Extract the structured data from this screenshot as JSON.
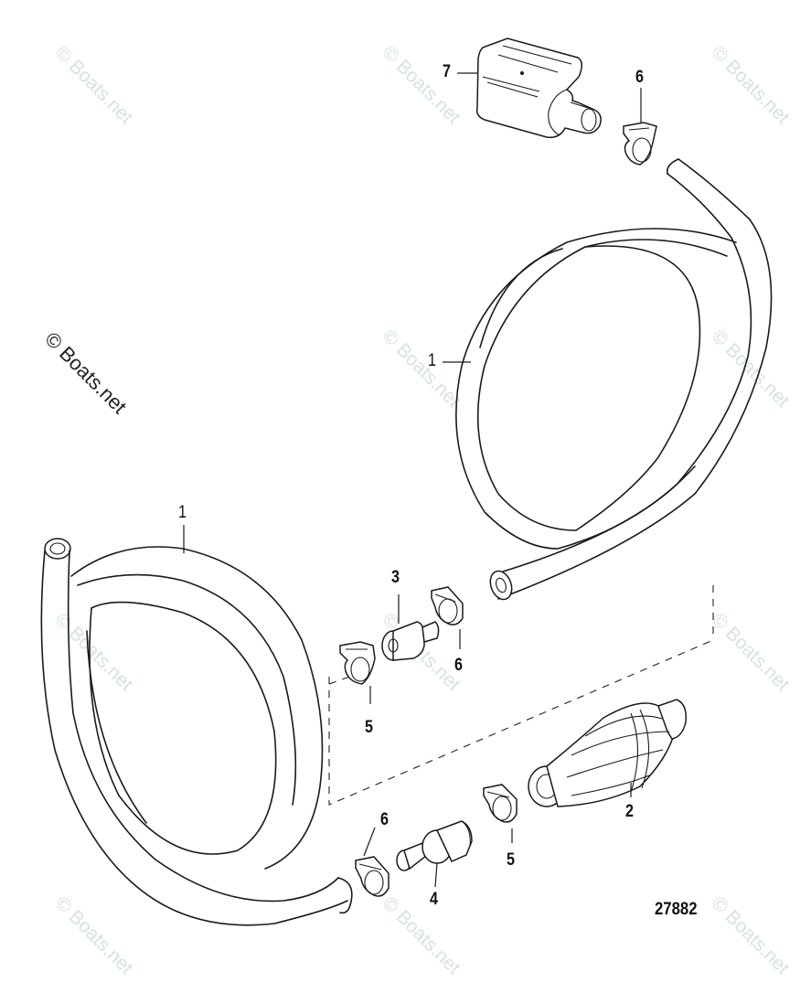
{
  "diagram": {
    "figure_number": "27882",
    "copyright_notice": "© Boats.net",
    "watermark_text": "© Boats.net",
    "callouts": [
      {
        "id": "c1a",
        "label": "1",
        "part": "fuel-hose-upper"
      },
      {
        "id": "c1b",
        "label": "1",
        "part": "fuel-hose-lower"
      },
      {
        "id": "c2",
        "label": "2",
        "part": "primer-bulb"
      },
      {
        "id": "c3",
        "label": "3",
        "part": "fuel-connector-fitting"
      },
      {
        "id": "c4",
        "label": "4",
        "part": "hose-fitting"
      },
      {
        "id": "c5a",
        "label": "5",
        "part": "hose-clamp"
      },
      {
        "id": "c5b",
        "label": "5",
        "part": "hose-clamp"
      },
      {
        "id": "c6a",
        "label": "6",
        "part": "hose-clamp"
      },
      {
        "id": "c6b",
        "label": "6",
        "part": "hose-clamp"
      },
      {
        "id": "c6c",
        "label": "6",
        "part": "hose-clamp"
      },
      {
        "id": "c7",
        "label": "7",
        "part": "engine-fuel-connector"
      }
    ]
  }
}
